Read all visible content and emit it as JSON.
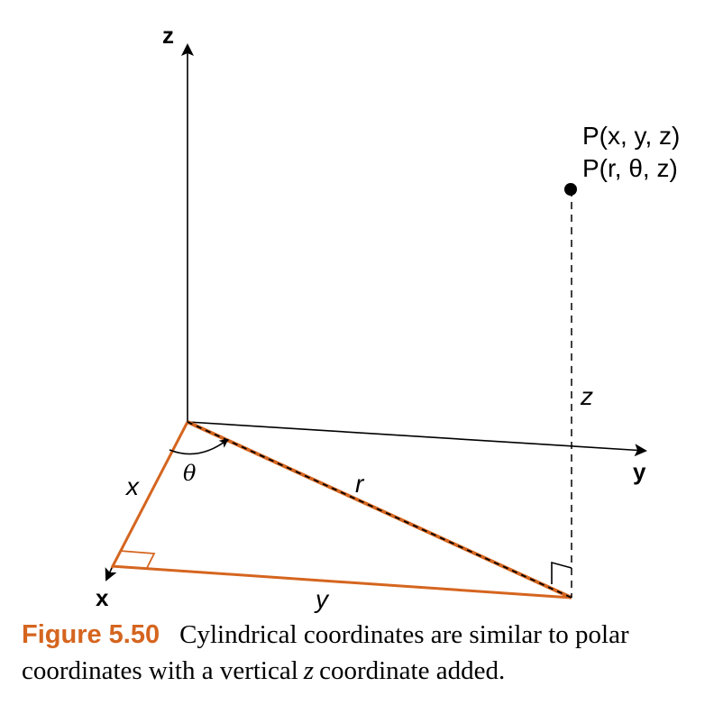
{
  "diagram": {
    "axes": {
      "z_label": "z",
      "y_label": "y",
      "x_label": "x"
    },
    "point": {
      "cartesian_label": "P(x, y, z)",
      "cylindrical_label": "P(r, θ, z)"
    },
    "segments": {
      "x_label": "x",
      "y_label": "y",
      "r_label": "r",
      "z_label": "z",
      "theta_label": "θ"
    },
    "colors": {
      "accent": "#d5651f",
      "ink": "#000000"
    }
  },
  "caption": {
    "figure_number": "Figure 5.50",
    "text_before": "Cylindrical coordinates are similar to polar coordinates with a vertical",
    "variable": "z",
    "text_after": "coordinate added."
  }
}
